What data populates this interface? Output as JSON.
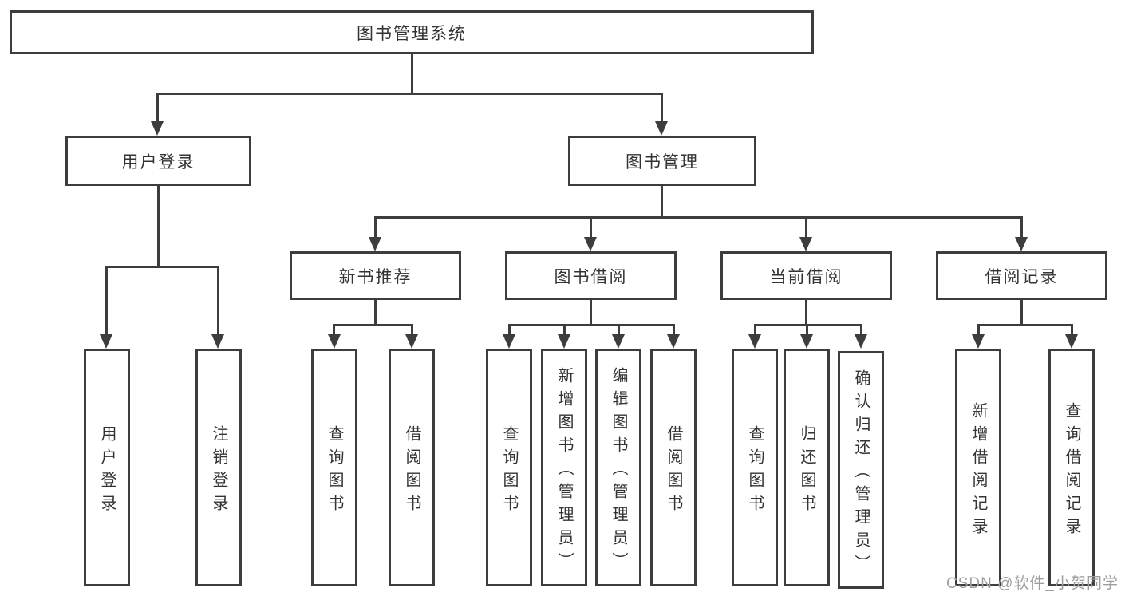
{
  "tree": {
    "root": "图书管理系统",
    "level2": [
      "用户登录",
      "图书管理"
    ],
    "level3": [
      "新书推荐",
      "图书借阅",
      "当前借阅",
      "借阅记录"
    ],
    "leaves_user_login": [
      "用户登录",
      "注销登录"
    ],
    "leaves_new_books": [
      "查询图书",
      "借阅图书"
    ],
    "leaves_book_borrow": [
      "查询图书",
      "新增图书（管理员）",
      "编辑图书（管理员）",
      "借阅图书"
    ],
    "leaves_current_borrow": [
      "查询图书",
      "归还图书",
      "确认归还（管理员）"
    ],
    "leaves_borrow_records": [
      "新增借阅记录",
      "查询借阅记录"
    ]
  },
  "watermark": "CSDN @软件_小贺同学",
  "colors": {
    "line": "#3d3d3d",
    "text": "#333333",
    "background": "#ffffff",
    "watermark": "#9e9e9e"
  }
}
